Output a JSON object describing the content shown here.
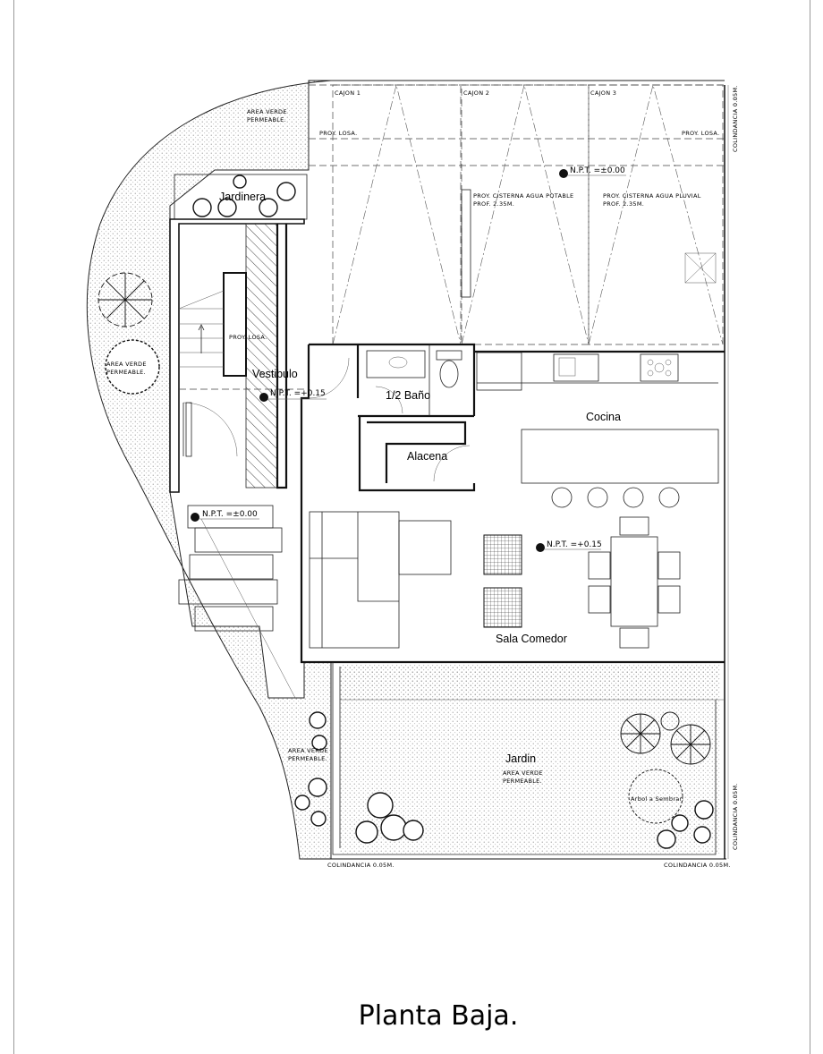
{
  "title": "Planta Baja.",
  "rooms": {
    "vestibulo": "Vestibulo",
    "medio_bano": "1/2 Baño",
    "cocina": "Cocina",
    "alacena": "Alacena",
    "sala_comedor": "Sala Comedor",
    "jardin": "Jardin",
    "jardinera": "Jardinera"
  },
  "parking": {
    "cajon1": "CAJON 1",
    "cajon2": "CAJON 2",
    "cajon3": "CAJON 3"
  },
  "notes": {
    "proy_losa": "PROY. LOSA.",
    "proy_losa_right": "PROY. LOSA.",
    "proy_losa_stair": "PROY. LOSA.",
    "cisterna_potable_1": "PROY. CISTERNA AGUA POTABLE",
    "cisterna_potable_2": "PROF. 2.35M.",
    "cisterna_pluvial_1": "PROY. CISTERNA AGUA PLUVIAL",
    "cisterna_pluvial_2": "PROF. 2.35M.",
    "area_verde_top_1": "AREA VERDE",
    "area_verde_top_2": "PERMEABLE.",
    "area_verde_left_1": "AREA VERDE",
    "area_verde_left_2": "PERMEABLE.",
    "area_verde_bottom_1": "AREA VERDE",
    "area_verde_bottom_2": "PERMEABLE.",
    "area_verde_jardin_1": "AREA VERDE",
    "area_verde_jardin_2": "PERMEABLE.",
    "arbol": "Arbol a Sembrar.",
    "colindancia_bottom_left": "COLINDANCIA 0.05M.",
    "colindancia_bottom_right": "COLINDANCIA 0.05M.",
    "colindancia_right_top": "COLINDANCIA 0.05M.",
    "colindancia_right_bottom": "COLINDANCIA 0.05M."
  },
  "levels": {
    "garage": "N.P.T. =±0.00",
    "vestibulo": "N.P.T. =+0.15",
    "entrance": "N.P.T. =±0.00",
    "living": "N.P.T. =+0.15"
  }
}
